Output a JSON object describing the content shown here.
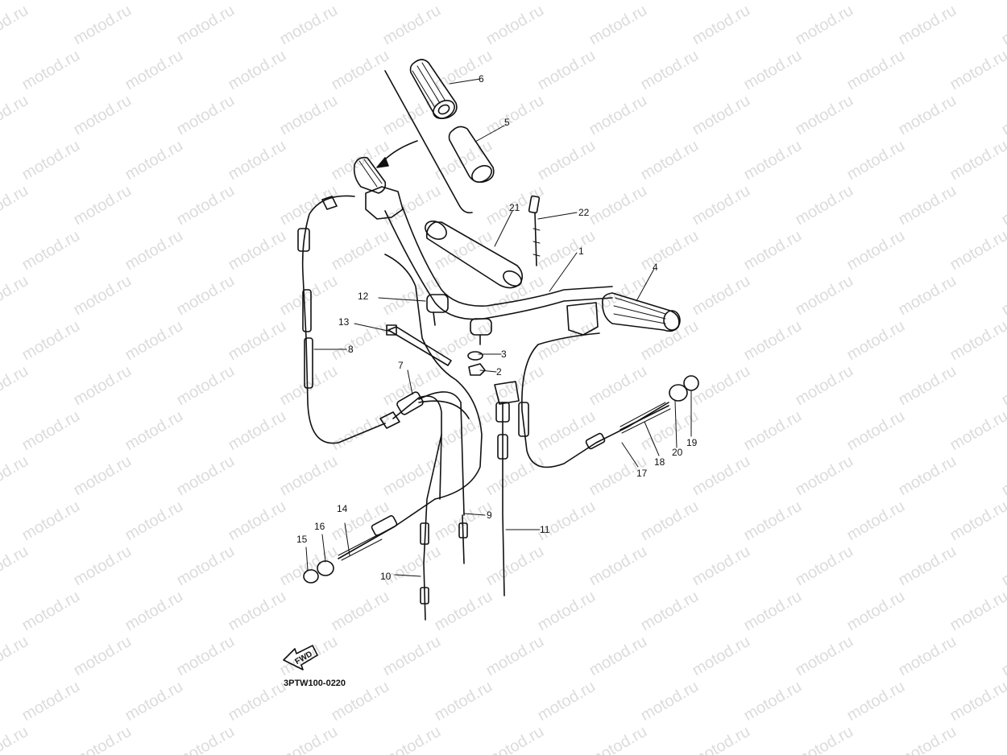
{
  "watermark": {
    "text": "motod.ru"
  },
  "diagram_code": "3PTW100-0220",
  "fwd_label": "FWD",
  "parts": [
    {
      "id": "p1",
      "number": "1"
    },
    {
      "id": "p2",
      "number": "2"
    },
    {
      "id": "p3",
      "number": "3"
    },
    {
      "id": "p4",
      "number": "4"
    },
    {
      "id": "p5",
      "number": "5"
    },
    {
      "id": "p6",
      "number": "6"
    },
    {
      "id": "p7",
      "number": "7"
    },
    {
      "id": "p8",
      "number": "8"
    },
    {
      "id": "p9",
      "number": "9"
    },
    {
      "id": "p10",
      "number": "10"
    },
    {
      "id": "p11",
      "number": "11"
    },
    {
      "id": "p12",
      "number": "12"
    },
    {
      "id": "p13",
      "number": "13"
    },
    {
      "id": "p14",
      "number": "14"
    },
    {
      "id": "p15",
      "number": "15"
    },
    {
      "id": "p16",
      "number": "16"
    },
    {
      "id": "p17",
      "number": "17"
    },
    {
      "id": "p18",
      "number": "18"
    },
    {
      "id": "p19",
      "number": "19"
    },
    {
      "id": "p20",
      "number": "20"
    },
    {
      "id": "p21",
      "number": "21"
    },
    {
      "id": "p22",
      "number": "22"
    }
  ]
}
